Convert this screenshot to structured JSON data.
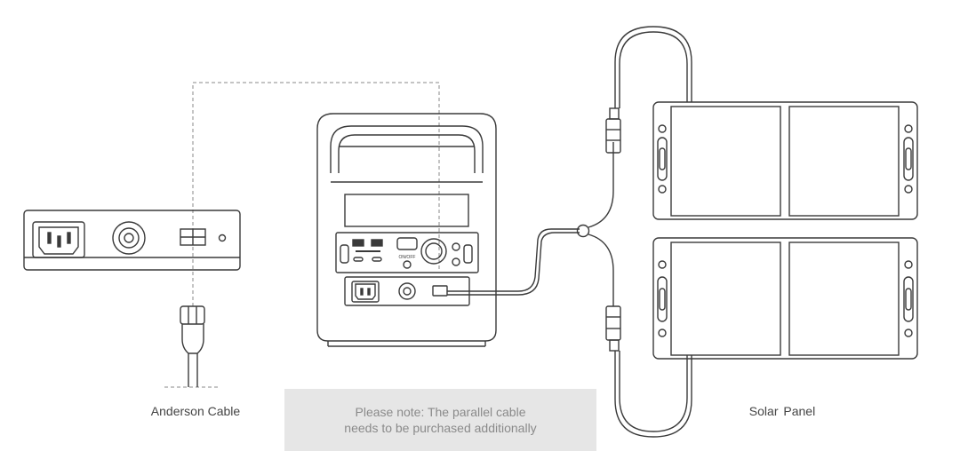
{
  "labels": {
    "anderson_cable": "Anderson Cable",
    "solar_panel": "Solar Panel"
  },
  "note": {
    "line1": "Please note: The parallel cable",
    "line2": "needs to be purchased additionally"
  },
  "station": {
    "power_button_label": "ON/OFF"
  },
  "colors": {
    "line": "#3a3a3a",
    "dashed": "#888888",
    "note_bg": "#e6e6e6",
    "note_text": "#8a8a8a"
  }
}
